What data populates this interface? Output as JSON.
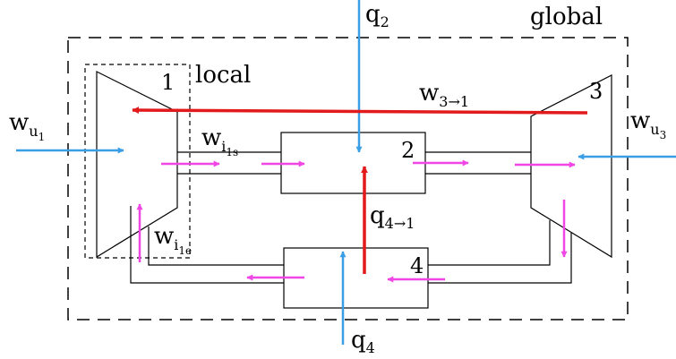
{
  "colors": {
    "heat": "#3a9ee6",
    "work": "#e31a1c",
    "internal": "#f046e6",
    "line": "#000000"
  },
  "regions": {
    "global": "global",
    "local": "local"
  },
  "components": {
    "c1": "1",
    "c2": "2",
    "c3": "3",
    "c4": "4"
  },
  "labels": {
    "q2": {
      "base": "q",
      "sub": "2",
      "subsub": ""
    },
    "q4": {
      "base": "q",
      "sub": "4",
      "subsub": ""
    },
    "q41": {
      "base": "q",
      "sub": "4→1",
      "subsub": ""
    },
    "w31": {
      "base": "w",
      "sub": "3→1",
      "subsub": ""
    },
    "wu1": {
      "base": "w",
      "sub": "u",
      "subsub": "1"
    },
    "wu3": {
      "base": "w",
      "sub": "u",
      "subsub": "3"
    },
    "wi1s": {
      "base": "w",
      "sub": "i",
      "subsub": "1s"
    },
    "wi1e": {
      "base": "w",
      "sub": "i",
      "subsub": "1e"
    }
  }
}
